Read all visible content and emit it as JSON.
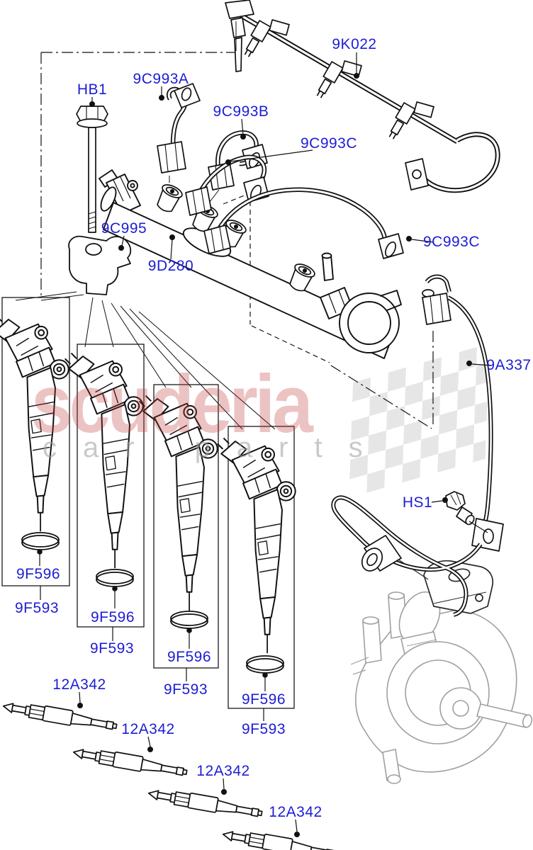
{
  "watermark": {
    "brand": "scuderia",
    "tagline": "car parts"
  },
  "labels": [
    {
      "text": "9K022"
    },
    {
      "text": "HB1"
    },
    {
      "text": "9C993A"
    },
    {
      "text": "9C993B"
    },
    {
      "text": "9C993C"
    },
    {
      "text": "9C993C"
    },
    {
      "text": "9C995"
    },
    {
      "text": "9D280"
    },
    {
      "text": "9A337"
    },
    {
      "text": "HS1"
    },
    {
      "text": "9F596"
    },
    {
      "text": "9F593"
    },
    {
      "text": "9F596"
    },
    {
      "text": "9F593"
    },
    {
      "text": "9F596"
    },
    {
      "text": "9F593"
    },
    {
      "text": "9F596"
    },
    {
      "text": "9F593"
    },
    {
      "text": "12A342"
    },
    {
      "text": "12A342"
    },
    {
      "text": "12A342"
    },
    {
      "text": "12A342"
    }
  ],
  "colors": {
    "label_blue": "#1d1dd4",
    "line_black": "#111111",
    "pump_gray": "#9f9f9f",
    "watermark_red": "#c23b3b",
    "watermark_gray": "#9d9d9d",
    "flag_gray": "#d2d2d2"
  }
}
